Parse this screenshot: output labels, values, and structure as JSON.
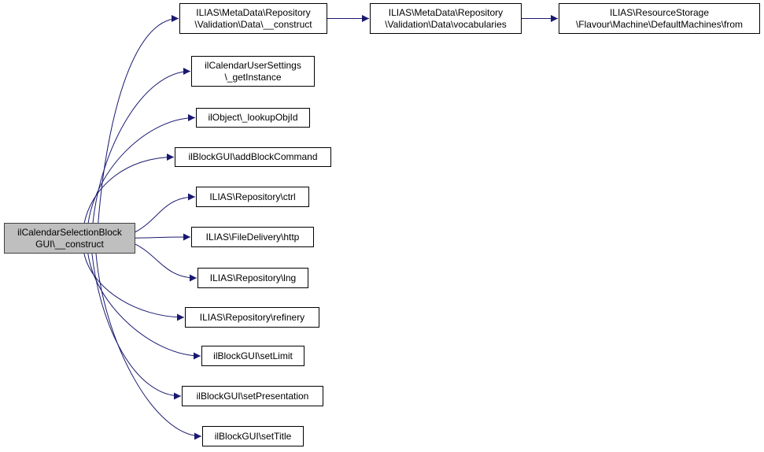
{
  "colors": {
    "edge": "#191970",
    "node_border": "#000000",
    "root_fill": "#bfbfbf",
    "node_fill": "#ffffff"
  },
  "nodes": {
    "root": {
      "lines": [
        "ilCalendarSelectionBlock",
        "GUI\\__construct"
      ]
    },
    "n1": {
      "lines": [
        "ILIAS\\MetaData\\Repository",
        "\\Validation\\Data\\__construct"
      ]
    },
    "n2": {
      "lines": [
        "ilCalendarUserSettings",
        "\\_getInstance"
      ]
    },
    "n3": {
      "lines": [
        "ilObject\\_lookupObjId"
      ]
    },
    "n4": {
      "lines": [
        "ilBlockGUI\\addBlockCommand"
      ]
    },
    "n5": {
      "lines": [
        "ILIAS\\Repository\\ctrl"
      ]
    },
    "n6": {
      "lines": [
        "ILIAS\\FileDelivery\\http"
      ]
    },
    "n7": {
      "lines": [
        "ILIAS\\Repository\\lng"
      ]
    },
    "n8": {
      "lines": [
        "ILIAS\\Repository\\refinery"
      ]
    },
    "n9": {
      "lines": [
        "ilBlockGUI\\setLimit"
      ]
    },
    "n10": {
      "lines": [
        "ilBlockGUI\\setPresentation"
      ]
    },
    "n11": {
      "lines": [
        "ilBlockGUI\\setTitle"
      ]
    },
    "n12": {
      "lines": [
        "ILIAS\\MetaData\\Repository",
        "\\Validation\\Data\\vocabularies"
      ]
    },
    "n13": {
      "lines": [
        "ILIAS\\ResourceStorage",
        "\\Flavour\\Machine\\DefaultMachines\\from"
      ]
    }
  },
  "edges": [
    [
      "root",
      "n1"
    ],
    [
      "root",
      "n2"
    ],
    [
      "root",
      "n3"
    ],
    [
      "root",
      "n4"
    ],
    [
      "root",
      "n5"
    ],
    [
      "root",
      "n6"
    ],
    [
      "root",
      "n7"
    ],
    [
      "root",
      "n8"
    ],
    [
      "root",
      "n9"
    ],
    [
      "root",
      "n10"
    ],
    [
      "root",
      "n11"
    ],
    [
      "n1",
      "n12"
    ],
    [
      "n12",
      "n13"
    ]
  ]
}
